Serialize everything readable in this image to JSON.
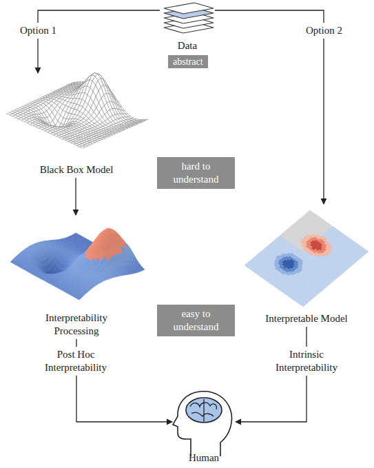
{
  "diagram": {
    "nodes": [
      {
        "text": [
          "Data"
        ]
      },
      {
        "text": [
          "abstract"
        ]
      },
      {
        "text": [
          "Black Box Model"
        ]
      },
      {
        "text": [
          "hard to understand"
        ]
      },
      {
        "text": [
          "Interpretability Processing"
        ]
      },
      {
        "text": [
          "easy to understand"
        ]
      },
      {
        "text": [
          "Interpretable Model"
        ]
      },
      {
        "text": [
          "Human"
        ]
      }
    ],
    "edges": [
      {
        "from": 0,
        "to": 2,
        "arrow": "to",
        "label": "Option 1"
      },
      {
        "from": 0,
        "to": 6,
        "arrow": "to",
        "label": "Option 2"
      },
      {
        "from": 2,
        "to": 4,
        "arrow": "to"
      },
      {
        "from": 4,
        "to": 7,
        "arrow": "to",
        "label": "Post Hoc Interpretability"
      },
      {
        "from": 6,
        "to": 7,
        "arrow": "to",
        "label": "Intrinsic Interpretability"
      }
    ]
  }
}
